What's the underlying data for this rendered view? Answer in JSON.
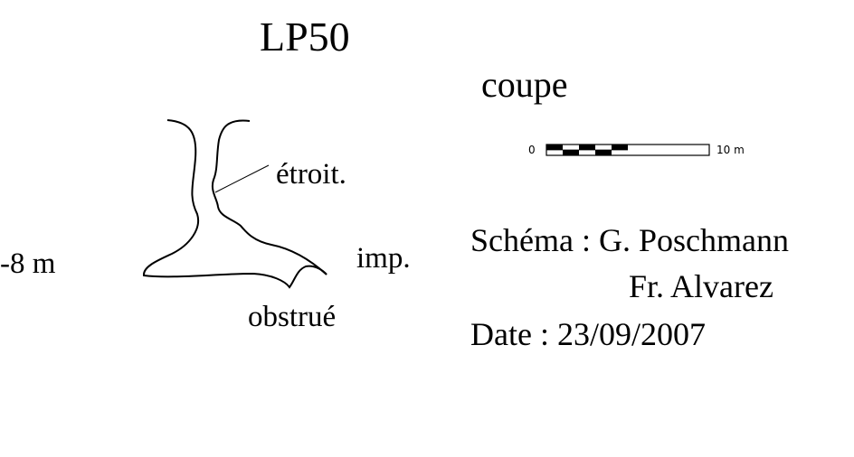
{
  "title": "LP50",
  "view_label": "coupe",
  "depth_label": "-8 m",
  "annotations": {
    "narrow": "étroit.",
    "impassable": "imp.",
    "blocked": "obstrué"
  },
  "scale_bar": {
    "start_label": "0",
    "end_label": "10 m"
  },
  "credits": {
    "author_line": "Schéma : G. Poschmann",
    "second_author": "Fr. Alvarez",
    "date_line": "Date : 23/09/2007"
  },
  "colors": {
    "ink": "#000000",
    "background": "#ffffff"
  }
}
